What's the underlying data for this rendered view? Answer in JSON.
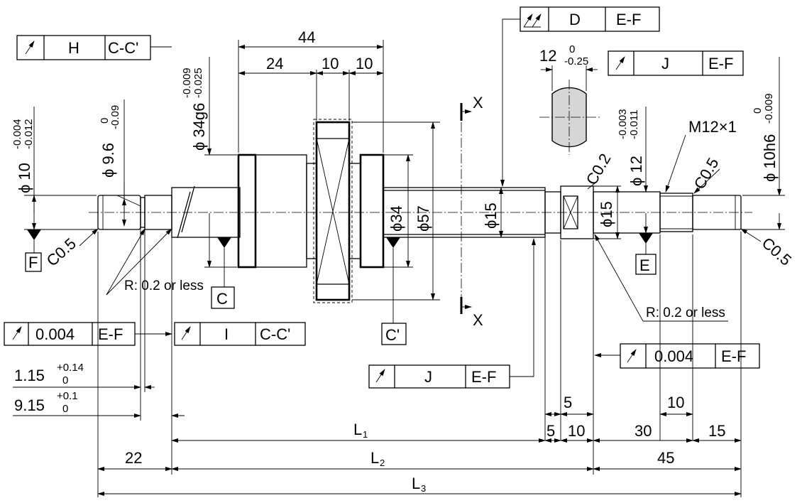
{
  "dimensions": {
    "nut_length": "44",
    "nut_flange_24": "24",
    "nut_flange_10a": "10",
    "nut_flange_10b": "10",
    "d_flat_width": "12",
    "d_flat_tol_upper": "0",
    "d_flat_tol_lower": "-0.25",
    "dia10_prefix": "ϕ 10",
    "dia10_tol_upper": "-0.004",
    "dia10_tol_lower": "-0.012",
    "dia96_prefix": "ϕ 9.6",
    "dia96_tol_upper": "0",
    "dia96_tol_lower": "-0.09",
    "dia34g6_prefix": "ϕ 34g6",
    "dia34g6_tol_upper": "-0.009",
    "dia34g6_tol_lower": "-0.025",
    "dia34": "ϕ34",
    "dia57": "ϕ57",
    "dia15_shaft": "ϕ15",
    "dia15_right": "ϕ15",
    "dia12_prefix": "ϕ 12",
    "dia12_tol_upper": "-0.003",
    "dia12_tol_lower": "-0.011",
    "dia10h6_prefix": "ϕ 10h6",
    "dia10h6_tol_upper": "0",
    "dia10h6_tol_lower": "-0.009",
    "thread": "M12×1",
    "chamfer_c02": "C0.2",
    "chamfer_c05_top": "C0.5",
    "chamfer_c05_left": "C0.5",
    "chamfer_c05_right": "C0.5",
    "radius_left": "R: 0.2 or less",
    "radius_right": "R: 0.2 or less",
    "groove_width": "1.15",
    "groove_width_tol_upper": "+0.14",
    "groove_width_tol_lower": "0",
    "groove_pos": "9.15",
    "groove_pos_tol_upper": "+0.1",
    "groove_pos_tol_lower": "0",
    "len_22": "22",
    "len_5a": "5",
    "len_5b": "5",
    "len_10a": "10",
    "len_10b": "10",
    "len_30": "30",
    "len_15": "15",
    "len_45": "45",
    "L1": "L",
    "L1_sub": "1",
    "L2": "L",
    "L2_sub": "2",
    "L3": "L",
    "L3_sub": "3"
  },
  "datums": {
    "F": "F",
    "E": "E",
    "C": "C",
    "C_prime": "C'",
    "section_x_top": "X",
    "section_x_bottom": "X"
  },
  "tolerance_frames": {
    "H": {
      "symbol": "runout-icon",
      "value": "H",
      "datum": "C-C'"
    },
    "D": {
      "symbol": "total-runout-icon",
      "value": "D",
      "datum": "E-F"
    },
    "J_top": {
      "symbol": "runout-icon",
      "value": "J",
      "datum": "E-F"
    },
    "left_004": {
      "symbol": "runout-icon",
      "value": "0.004",
      "datum": "E-F"
    },
    "I": {
      "symbol": "runout-icon",
      "value": "I",
      "datum": "C-C'"
    },
    "J_mid": {
      "symbol": "runout-icon",
      "value": "J",
      "datum": "E-F"
    },
    "right_004": {
      "symbol": "runout-icon",
      "value": "0.004",
      "datum": "E-F"
    }
  }
}
